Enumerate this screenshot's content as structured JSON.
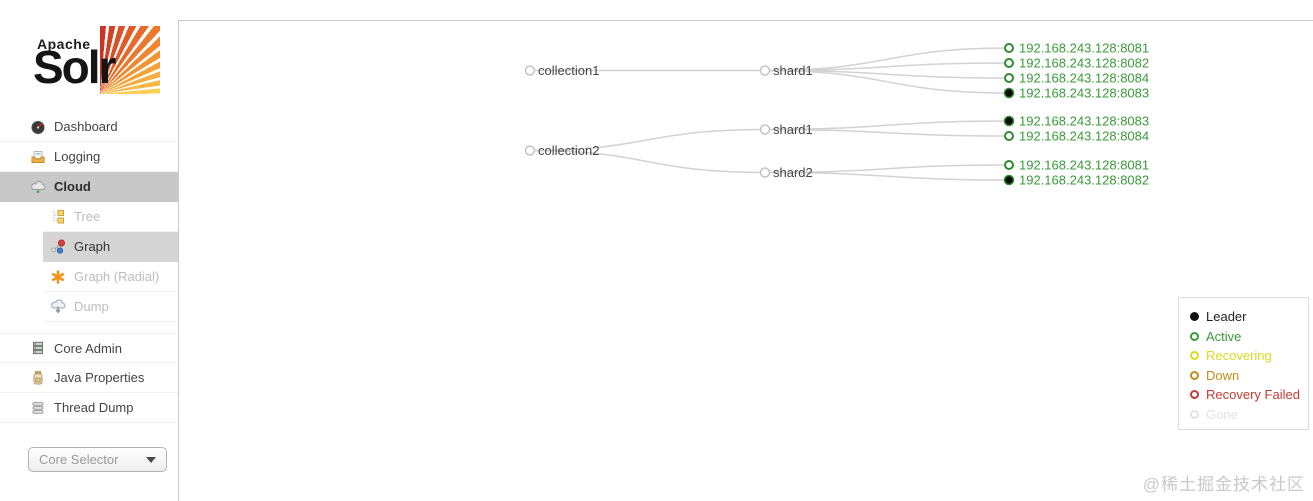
{
  "sidebar": {
    "logo": {
      "apache": "Apache",
      "solr": "Solr"
    },
    "items": [
      {
        "label": "Dashboard",
        "state": "normal"
      },
      {
        "label": "Logging",
        "state": "normal"
      },
      {
        "label": "Cloud",
        "state": "active-section"
      },
      {
        "label": "Tree",
        "state": "disabled"
      },
      {
        "label": "Graph",
        "state": "selected"
      },
      {
        "label": "Graph (Radial)",
        "state": "disabled"
      },
      {
        "label": "Dump",
        "state": "disabled"
      },
      {
        "label": "Core Admin",
        "state": "normal"
      },
      {
        "label": "Java Properties",
        "state": "normal"
      },
      {
        "label": "Thread Dump",
        "state": "normal"
      }
    ],
    "core_selector": {
      "label": "Core Selector"
    }
  },
  "cloud_graph": {
    "collections": [
      {
        "name": "collection1",
        "shards": [
          {
            "name": "shard1",
            "replicas": [
              {
                "host": "192.168.243.128:8081",
                "state": "active"
              },
              {
                "host": "192.168.243.128:8082",
                "state": "active"
              },
              {
                "host": "192.168.243.128:8084",
                "state": "active"
              },
              {
                "host": "192.168.243.128:8083",
                "state": "leader"
              }
            ]
          }
        ]
      },
      {
        "name": "collection2",
        "shards": [
          {
            "name": "shard1",
            "replicas": [
              {
                "host": "192.168.243.128:8083",
                "state": "leader"
              },
              {
                "host": "192.168.243.128:8084",
                "state": "active"
              }
            ]
          },
          {
            "name": "shard2",
            "replicas": [
              {
                "host": "192.168.243.128:8081",
                "state": "active"
              },
              {
                "host": "192.168.243.128:8082",
                "state": "leader"
              }
            ]
          }
        ]
      }
    ]
  },
  "legend": {
    "items": [
      {
        "label": "Leader",
        "color": "#111111"
      },
      {
        "label": "Active",
        "color": "#3a9a3a"
      },
      {
        "label": "Recovering",
        "color": "#dada20"
      },
      {
        "label": "Down",
        "color": "#c08c1a"
      },
      {
        "label": "Recovery Failed",
        "color": "#c43b33"
      },
      {
        "label": "Gone",
        "color": "#e3e3e3"
      }
    ]
  },
  "watermark": "@稀土掘金技术社区"
}
